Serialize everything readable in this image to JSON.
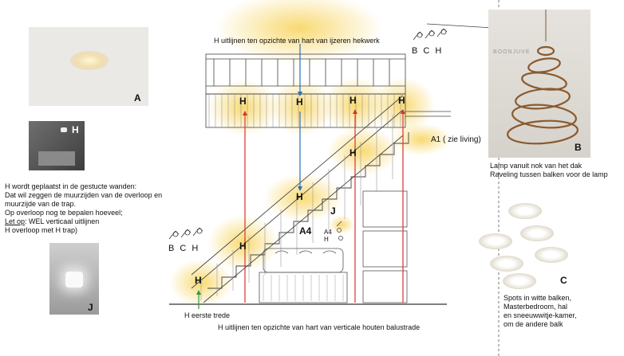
{
  "top_annotation": "H uitlijnen ten opzichte van hart van ijzeren hekwerk",
  "bottom_annotation": "H uitlijnen ten opzichte van hart van verticale houten balustrade",
  "first_step": "H eerste trede",
  "living_label": "A1 ( zie living)",
  "markers": {
    "H": "H",
    "A4": "A4",
    "J": "J",
    "A": "A",
    "B": "B",
    "C": "C"
  },
  "lamp_group_labels": [
    "B",
    "C",
    "H"
  ],
  "small_group": [
    "A4",
    "H"
  ],
  "left_text": {
    "line1": "H wordt geplaatst in de gestucte wanden:",
    "line2": "Dat wil zeggen de muurzijden van de overloop en",
    "line3": "muurzijde van de trap.",
    "line4": "Op overloop nog te bepalen hoeveel;",
    "line5_label": "Let op",
    "line5_rest": ": WEL verticaal uitlijnen",
    "line6": "H overloop met H trap)"
  },
  "lamp_caption": {
    "line1": "Lamp vanuit nok van het dak",
    "line2": "Raveling tussen balken voor de lamp",
    "brand": "BOONJUVE"
  },
  "spots_caption": {
    "line1": "Spots in witte balken,",
    "line2": "Masterbedroom, hal",
    "line3": "en sneeuwwitje-kamer,",
    "line4": "om de andere balk"
  },
  "colors": {
    "red": "#d9312b",
    "blue": "#2a6fb8",
    "green": "#2f9a3b",
    "glow": "#f7d35a"
  }
}
